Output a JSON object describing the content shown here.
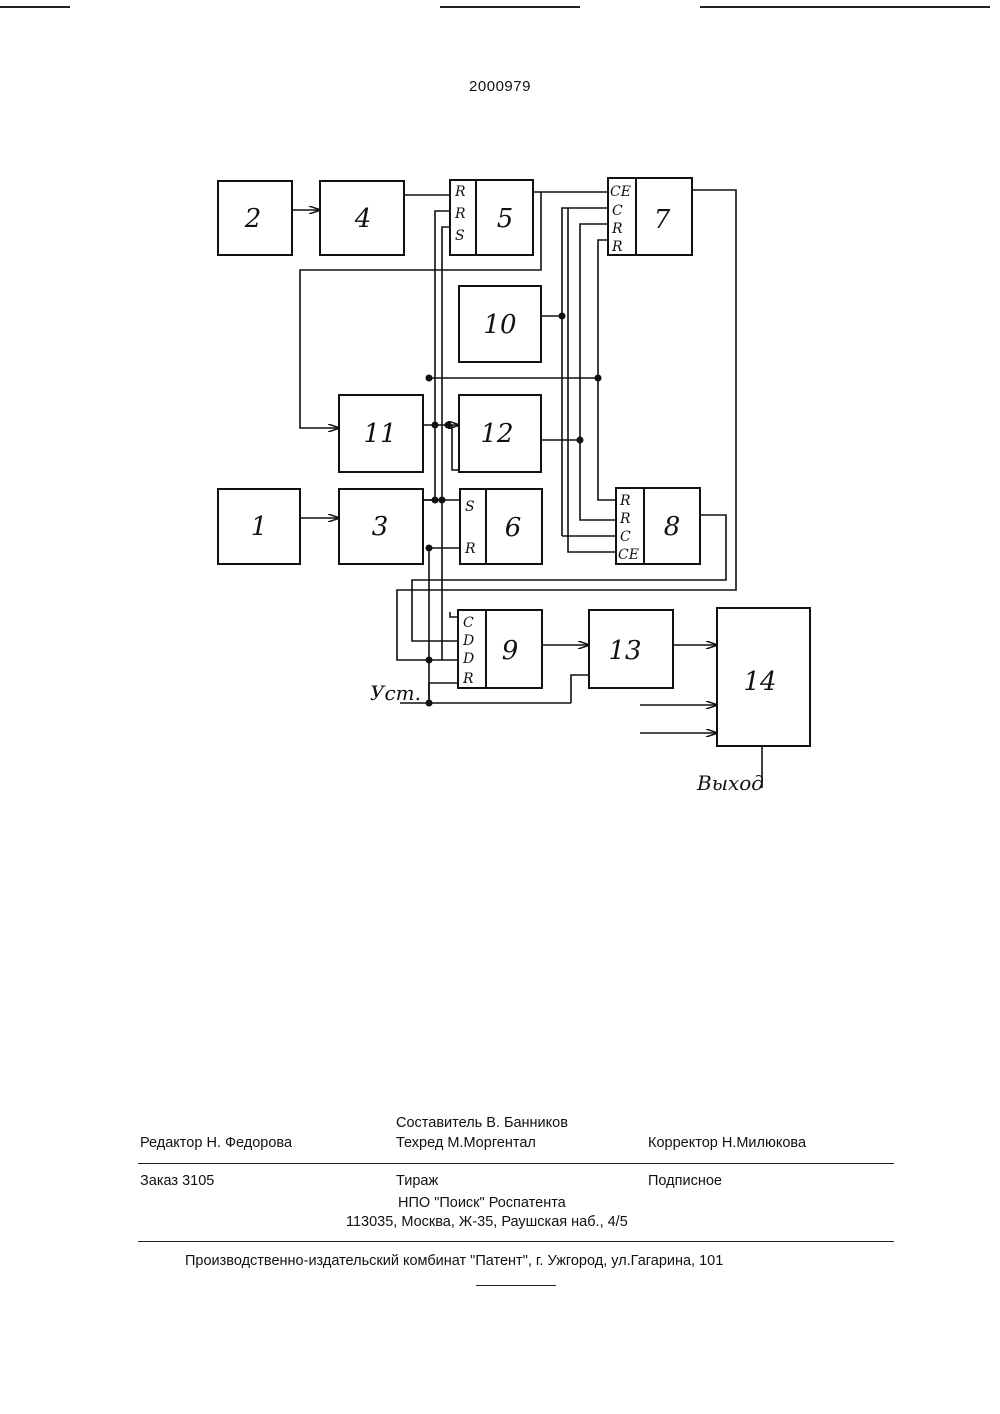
{
  "patent_number": "2000979",
  "diagram": {
    "blocks": [
      "1",
      "2",
      "3",
      "4",
      "5",
      "6",
      "7",
      "8",
      "9",
      "10",
      "11",
      "12",
      "13",
      "14"
    ],
    "pins": {
      "block5": [
        "R",
        "R",
        "S"
      ],
      "block6": [
        "S",
        "R"
      ],
      "block7": [
        "CE",
        "C",
        "R",
        "R"
      ],
      "block8": [
        "R",
        "R",
        "C",
        "CE"
      ],
      "block9": [
        "C",
        "D",
        "D",
        "R"
      ]
    },
    "input_label": "Уст.",
    "output_label": "Выход"
  },
  "imprint": {
    "compiler": "Составитель  В. Банников",
    "editor": "Редактор  Н. Федорова",
    "techred": "Техред М.Моргентал",
    "corrector": "Корректор  Н.Милюкова",
    "order": "Заказ 3105",
    "circulation": "Тираж",
    "subscription": "Подписное",
    "org": "НПО \"Поиск\" Роспатента",
    "address": "113035, Москва, Ж-35, Раушская наб., 4/5",
    "publisher": "Производственно-издательский комбинат \"Патент\", г. Ужгород, ул.Гагарина, 101"
  }
}
